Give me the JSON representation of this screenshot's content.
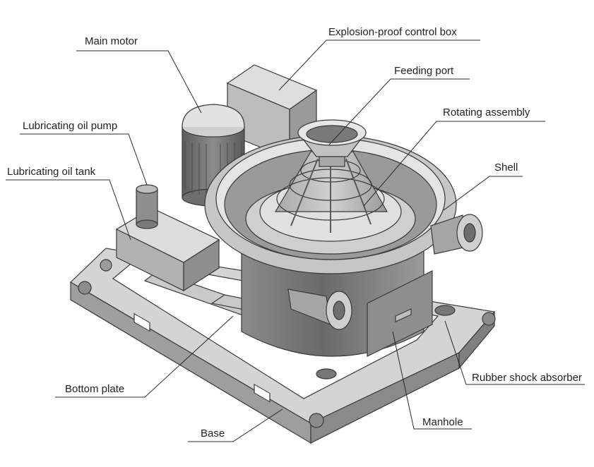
{
  "labels": {
    "main_motor": "Main motor",
    "control_box": "Explosion-proof control box",
    "feeding_port": "Feeding port",
    "rotating_assembly": "Rotating assembly",
    "lube_pump": "Lubricating oil pump",
    "lube_tank": "Lubricating oil tank",
    "shell": "Shell",
    "rubber_shock_absorber": "Rubber shock absorber",
    "bottom_plate": "Bottom plate",
    "manhole": "Manhole",
    "base": "Base"
  },
  "colors": {
    "metal_light": "#d6d6d6",
    "metal_mid": "#a9a9a9",
    "metal_dark": "#6e6e6e",
    "outline": "#3a3a3a",
    "text": "#222222"
  }
}
